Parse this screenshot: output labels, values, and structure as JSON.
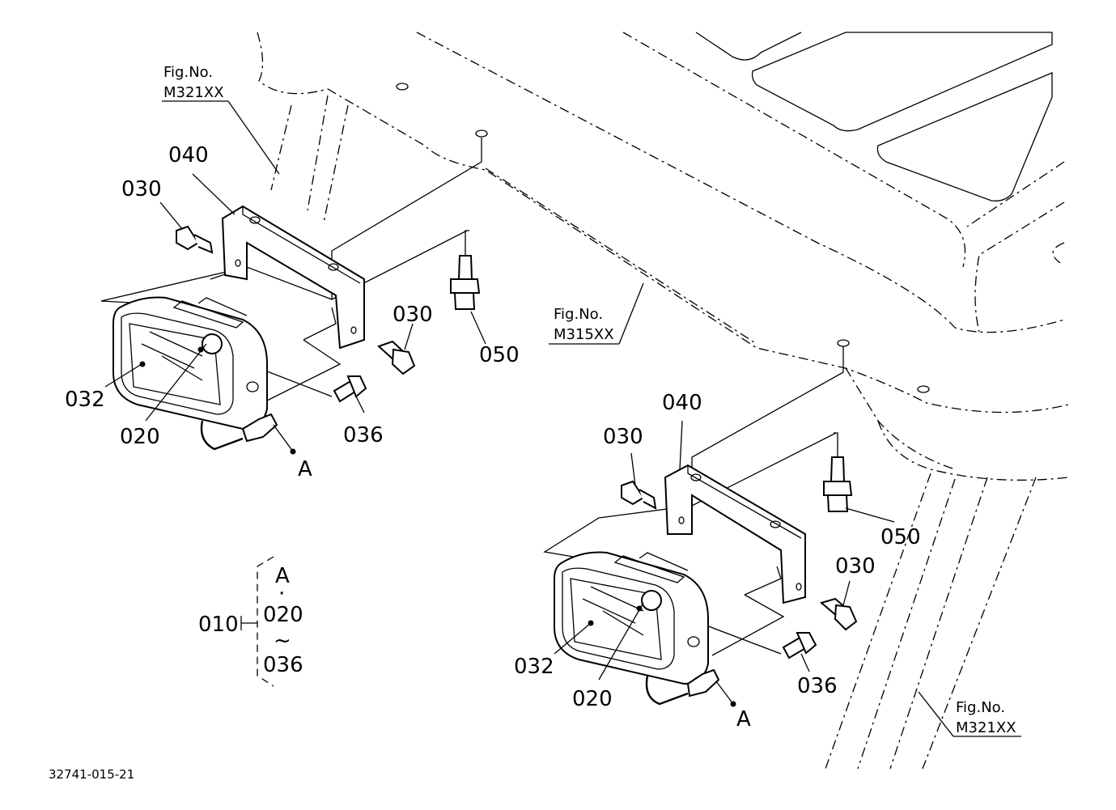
{
  "drawing_number": "32741-015-21",
  "references": [
    {
      "id": "ref-top-left",
      "line1": "Fig.No.",
      "line2": "M321XX"
    },
    {
      "id": "ref-center",
      "line1": "Fig.No.",
      "line2": "M315XX"
    },
    {
      "id": "ref-bottom-right",
      "line1": "Fig.No.",
      "line2": "M321XX"
    }
  ],
  "parts": {
    "left": {
      "bracket": "040",
      "bolt_top": "030",
      "bolt_right": "030",
      "lamp": "032",
      "bulb": "020",
      "screw": "036",
      "stud": "050",
      "connector": "A"
    },
    "right": {
      "bracket": "040",
      "bolt_top": "030",
      "bolt_right": "030",
      "lamp": "032",
      "bulb": "020",
      "screw": "036",
      "stud": "050",
      "connector": "A"
    }
  },
  "assembly": {
    "label": "010",
    "items": [
      "A",
      "·",
      "020",
      "~",
      "036"
    ]
  }
}
